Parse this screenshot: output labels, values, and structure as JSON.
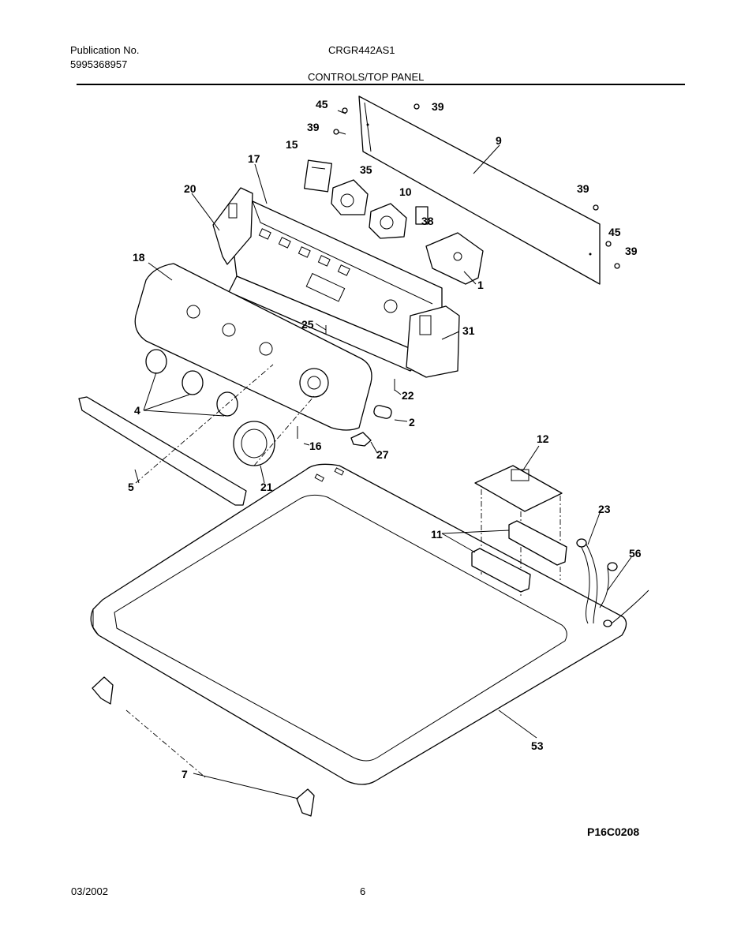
{
  "header": {
    "publication_label": "Publication No.",
    "publication_number": "5995368957",
    "model": "CRGR442AS1",
    "section_title": "CONTROLS/TOP PANEL"
  },
  "diagram": {
    "figure_code": "P16C0208",
    "callouts": [
      {
        "id": "c45a",
        "label": "45"
      },
      {
        "id": "c39a",
        "label": "39"
      },
      {
        "id": "c39b",
        "label": "39"
      },
      {
        "id": "c15",
        "label": "15"
      },
      {
        "id": "c9",
        "label": "9"
      },
      {
        "id": "c17",
        "label": "17"
      },
      {
        "id": "c35",
        "label": "35"
      },
      {
        "id": "c20",
        "label": "20"
      },
      {
        "id": "c10",
        "label": "10"
      },
      {
        "id": "c38",
        "label": "38"
      },
      {
        "id": "c39c",
        "label": "39"
      },
      {
        "id": "c45b",
        "label": "45"
      },
      {
        "id": "c39d",
        "label": "39"
      },
      {
        "id": "c18",
        "label": "18"
      },
      {
        "id": "c1",
        "label": "1"
      },
      {
        "id": "c25",
        "label": "25"
      },
      {
        "id": "c31",
        "label": "31"
      },
      {
        "id": "c22",
        "label": "22"
      },
      {
        "id": "c4",
        "label": "4"
      },
      {
        "id": "c2",
        "label": "2"
      },
      {
        "id": "c16",
        "label": "16"
      },
      {
        "id": "c27",
        "label": "27"
      },
      {
        "id": "c12",
        "label": "12"
      },
      {
        "id": "c5",
        "label": "5"
      },
      {
        "id": "c21",
        "label": "21"
      },
      {
        "id": "c23",
        "label": "23"
      },
      {
        "id": "c11",
        "label": "11"
      },
      {
        "id": "c56",
        "label": "56"
      },
      {
        "id": "c53",
        "label": "53"
      },
      {
        "id": "c7",
        "label": "7"
      }
    ]
  },
  "footer": {
    "date": "03/2002",
    "page_number": "6"
  }
}
